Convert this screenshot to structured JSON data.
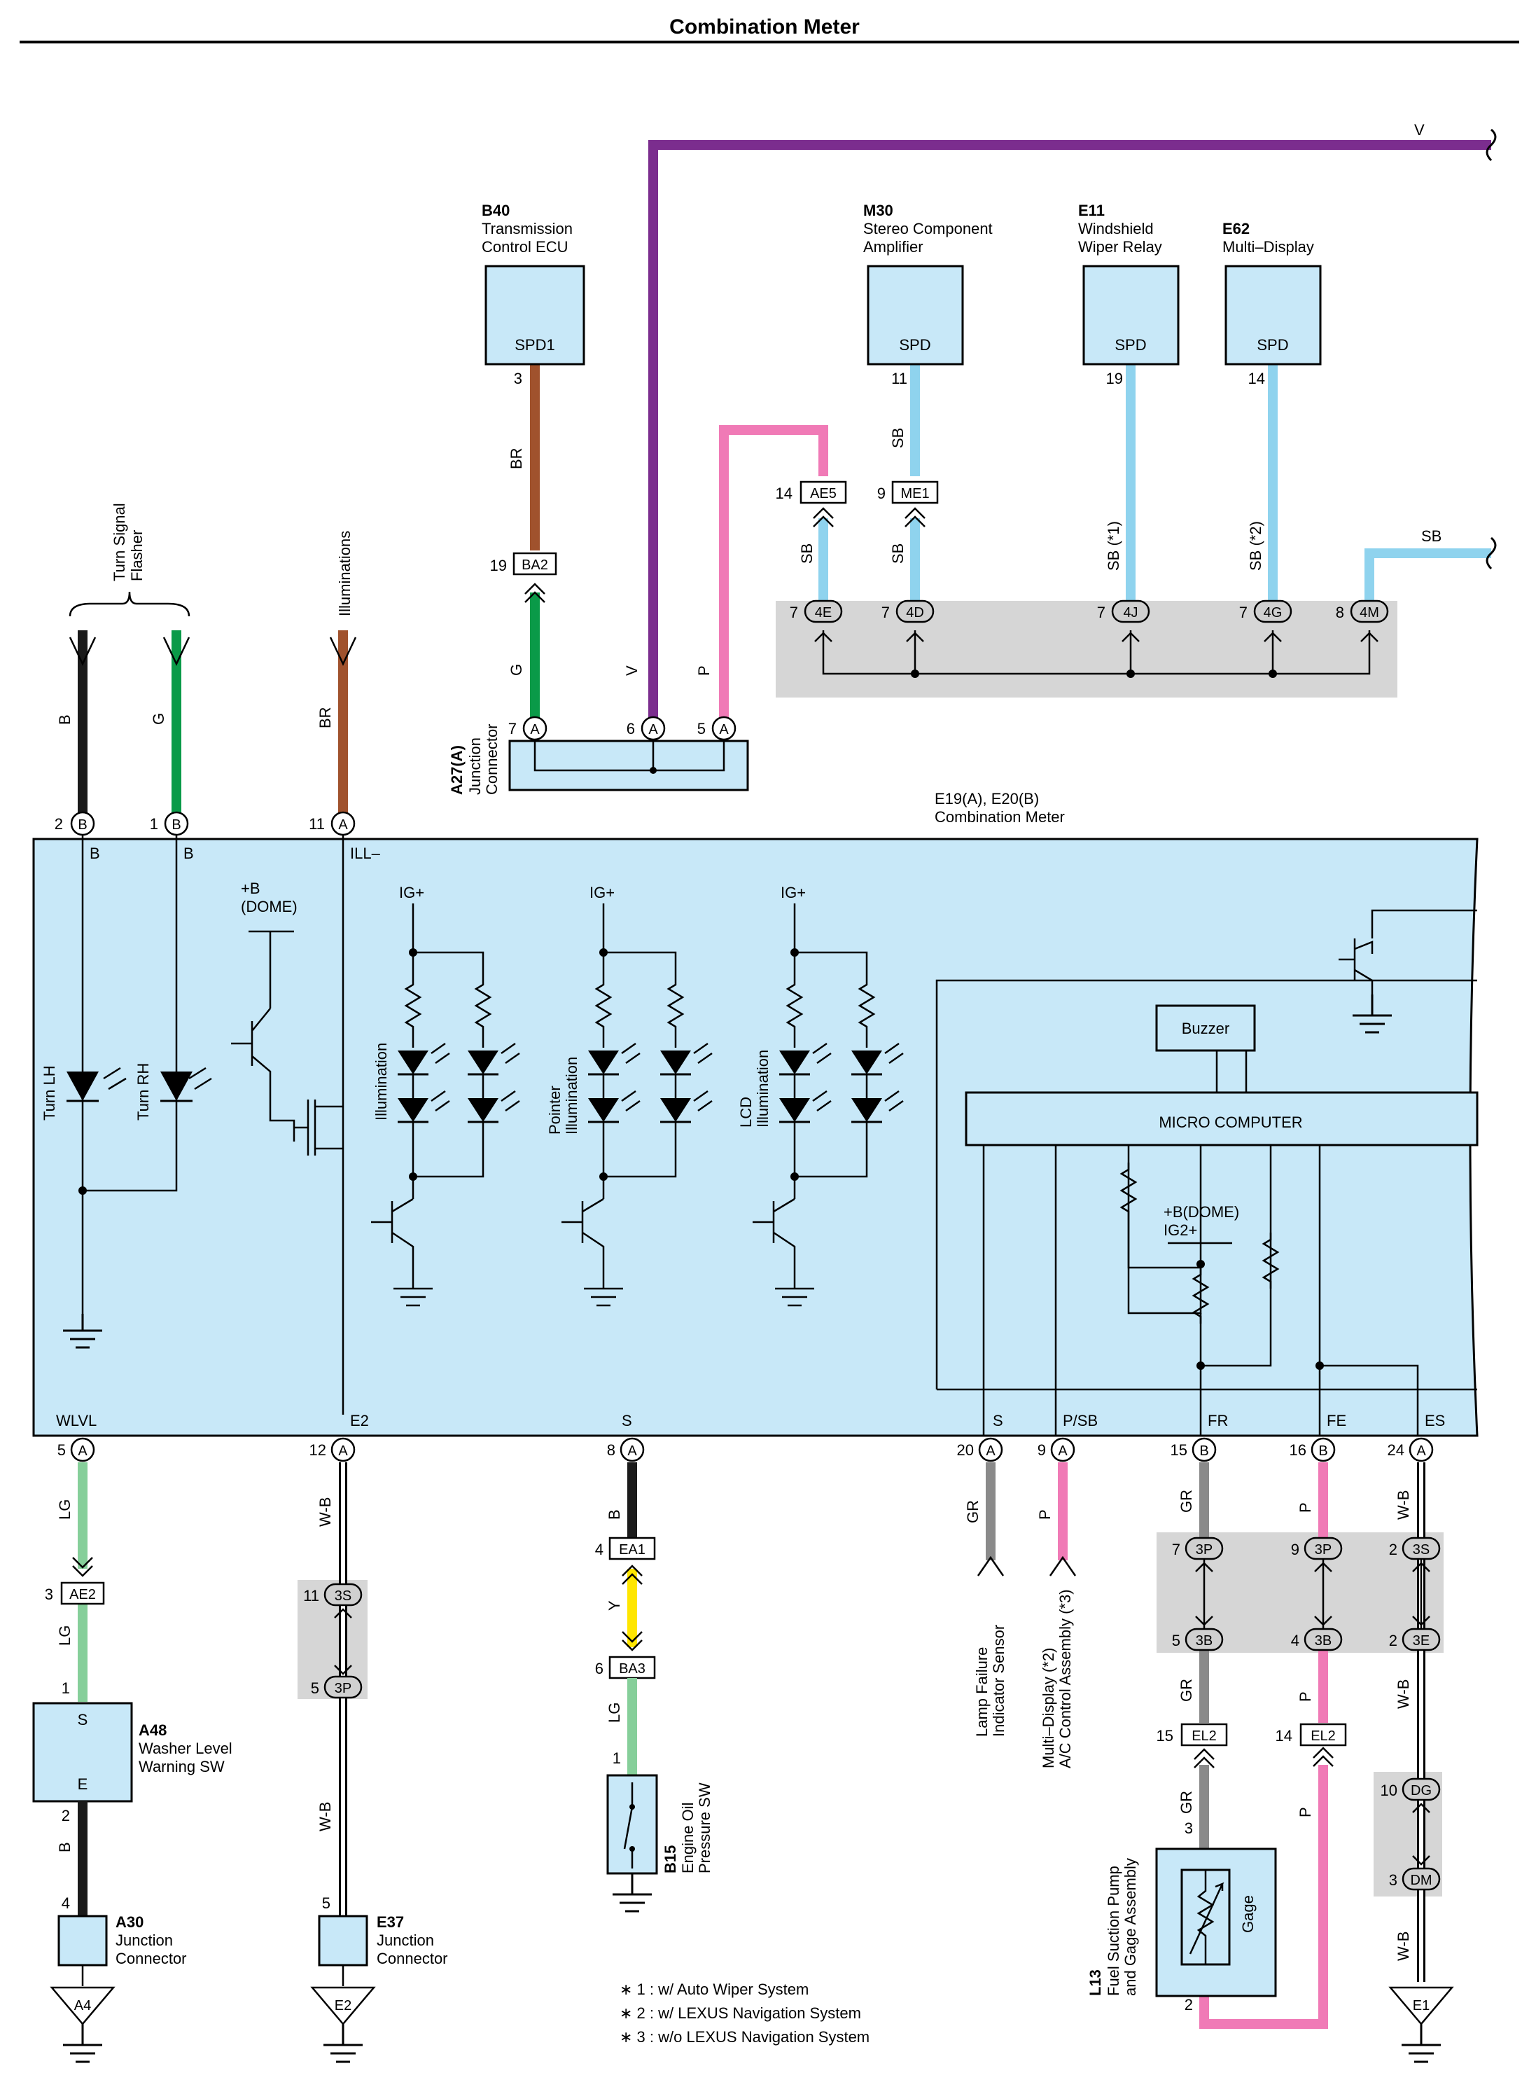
{
  "title": "Combination Meter",
  "main_component": {
    "id": "E19(A), E20(B)",
    "name": "Combination Meter"
  },
  "components": {
    "b40": {
      "id": "B40",
      "name": "Transmission Control ECU",
      "name_l1": "Transmission",
      "name_l2": "Control ECU",
      "pin": "SPD1",
      "pin_no": "3"
    },
    "m30": {
      "id": "M30",
      "name_l1": "Stereo Component",
      "name_l2": "Amplifier",
      "pin": "SPD",
      "pin_no": "11"
    },
    "e11": {
      "id": "E11",
      "name_l1": "Windshield",
      "name_l2": "Wiper Relay",
      "pin": "SPD",
      "pin_no": "19"
    },
    "e62": {
      "id": "E62",
      "name_l1": "Multi–Display",
      "pin": "SPD",
      "pin_no": "14"
    },
    "a27": {
      "id": "A27(A)",
      "name_l1": "Junction",
      "name_l2": "Connector"
    },
    "a48": {
      "id": "A48",
      "name_l1": "Washer Level",
      "name_l2": "Warning SW",
      "pin_s": "S",
      "pin_e": "E"
    },
    "a30": {
      "id": "A30",
      "name_l1": "Junction",
      "name_l2": "Connector",
      "ground": "A4"
    },
    "e37": {
      "id": "E37",
      "name_l1": "Junction",
      "name_l2": "Connector",
      "ground": "E2"
    },
    "b15": {
      "id": "B15",
      "name_l1": "Engine Oil",
      "name_l2": "Pressure SW"
    },
    "l13": {
      "id": "L13",
      "name_l1": "Fuel Suction Pump",
      "name_l2": "and Gage Assembly",
      "inner": "Gage"
    },
    "e1": {
      "ground": "E1"
    }
  },
  "external_labels": {
    "turn_signal_l1": "Turn Signal",
    "turn_signal_l2": "Flasher",
    "illuminations": "Illuminations",
    "lamp_failure_l1": "Lamp Failure",
    "lamp_failure_l2": "Indicator Sensor",
    "multi_display_l1": "Multi–Display (*2)",
    "multi_display_l2": "A/C Control Assembly (*3)"
  },
  "wire_colors": {
    "V": "#7b2d8e",
    "SB": "#8fd3ee",
    "P": "#f07ab6",
    "BR": "#a0522d",
    "G": "#0a9a48",
    "B": "#1a1a1a",
    "LG": "#86cf9a",
    "GR": "#8a8a8a",
    "Y": "#ffe600",
    "W-B": "#ffffff"
  },
  "wire_labels": {
    "v": "V",
    "sb": "SB",
    "p": "P",
    "br": "BR",
    "g": "G",
    "b": "B",
    "lg": "LG",
    "gr": "GR",
    "y": "Y",
    "wb": "W-B",
    "sb1": "SB (*1)",
    "sb2": "SB (*2)"
  },
  "connectors": {
    "ba2": "BA2",
    "ae5": "AE5",
    "me1": "ME1",
    "ae2": "AE2",
    "ea1": "EA1",
    "ba3": "BA3",
    "el2": "EL2",
    "c3s": "3S",
    "c3p": "3P",
    "c3b": "3B",
    "c3e": "3E",
    "dg": "DG",
    "dm": "DM",
    "c4e": "4E",
    "c4d": "4D",
    "c4j": "4J",
    "c4g": "4G",
    "c4m": "4M",
    "a": "A",
    "b": "B"
  },
  "pin_numbers": {
    "ba2": "19",
    "ae5": "14",
    "me1": "9",
    "c4e": "7",
    "c4d": "7",
    "c4j": "7",
    "c4g": "7",
    "c4m": "8",
    "a27_7": "7",
    "a27_6": "6",
    "a27_5": "5",
    "top_2": "2",
    "top_1": "1",
    "top_11": "11",
    "bot_5": "5",
    "bot_12": "12",
    "bot_8": "8",
    "bot_20": "20",
    "bot_9": "9",
    "bot_15": "15",
    "bot_16": "16",
    "bot_24": "24",
    "ae2": "3",
    "a48_1": "1",
    "a48_2": "2",
    "a30_4": "4",
    "c3s_11": "11",
    "c3p_5": "5",
    "e37_5": "5",
    "ea1": "4",
    "ba3": "6",
    "b15_1": "1",
    "c3p_7": "7",
    "c3b_5": "5",
    "el2_15": "15",
    "l13_3": "3",
    "l13_2": "2",
    "c3p_9": "9",
    "c3b_4": "4",
    "el2_14": "14",
    "c3s_2": "2",
    "c3e_2": "2",
    "dg_10": "10",
    "dm_3": "3"
  },
  "terminals": {
    "b_left": "B",
    "b_right": "B",
    "ill": "ILL–",
    "wlvl": "WLVL",
    "e2": "E2",
    "s": "S",
    "s2": "S",
    "psb": "P/SB",
    "fr": "FR",
    "fe": "FE",
    "es": "ES"
  },
  "internal": {
    "turn_lh": "Turn LH",
    "turn_rh": "Turn RH",
    "dome_l1": "+B",
    "dome_l2": "(DOME)",
    "ig1": "IG+",
    "ig2": "IG+",
    "ig3": "IG+",
    "illum": "Illumination",
    "pointer_l1": "Pointer",
    "pointer_l2": "Illumination",
    "lcd_l1": "LCD",
    "lcd_l2": "Illumination",
    "buzzer": "Buzzer",
    "micro": "MICRO COMPUTER",
    "bdome": "+B(DOME)",
    "ig2plus": "IG2+"
  },
  "notes": [
    "∗ 1 : w/ Auto Wiper System",
    "∗ 2 : w/ LEXUS Navigation System",
    "∗ 3 : w/o LEXUS Navigation System"
  ]
}
